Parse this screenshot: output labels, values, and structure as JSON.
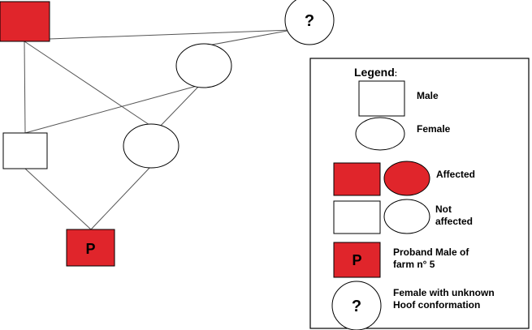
{
  "colors": {
    "affected": "#e0252b",
    "unaffected": "#ffffff",
    "stroke": "#000000"
  },
  "pedigree": {
    "unknown_symbol": "?",
    "proband_symbol": "P"
  },
  "legend": {
    "title": "Legend",
    "title_suffix": ":",
    "male": "Male",
    "female": "Female",
    "affected": "Affected",
    "not_affected_line1": "Not",
    "not_affected_line2": "affected",
    "proband_line1": "Proband Male of",
    "proband_line2": "farm n° 5",
    "proband_symbol": "P",
    "unknown_line1": "Female with unknown",
    "unknown_line2": "Hoof conformation",
    "unknown_symbol": "?"
  }
}
